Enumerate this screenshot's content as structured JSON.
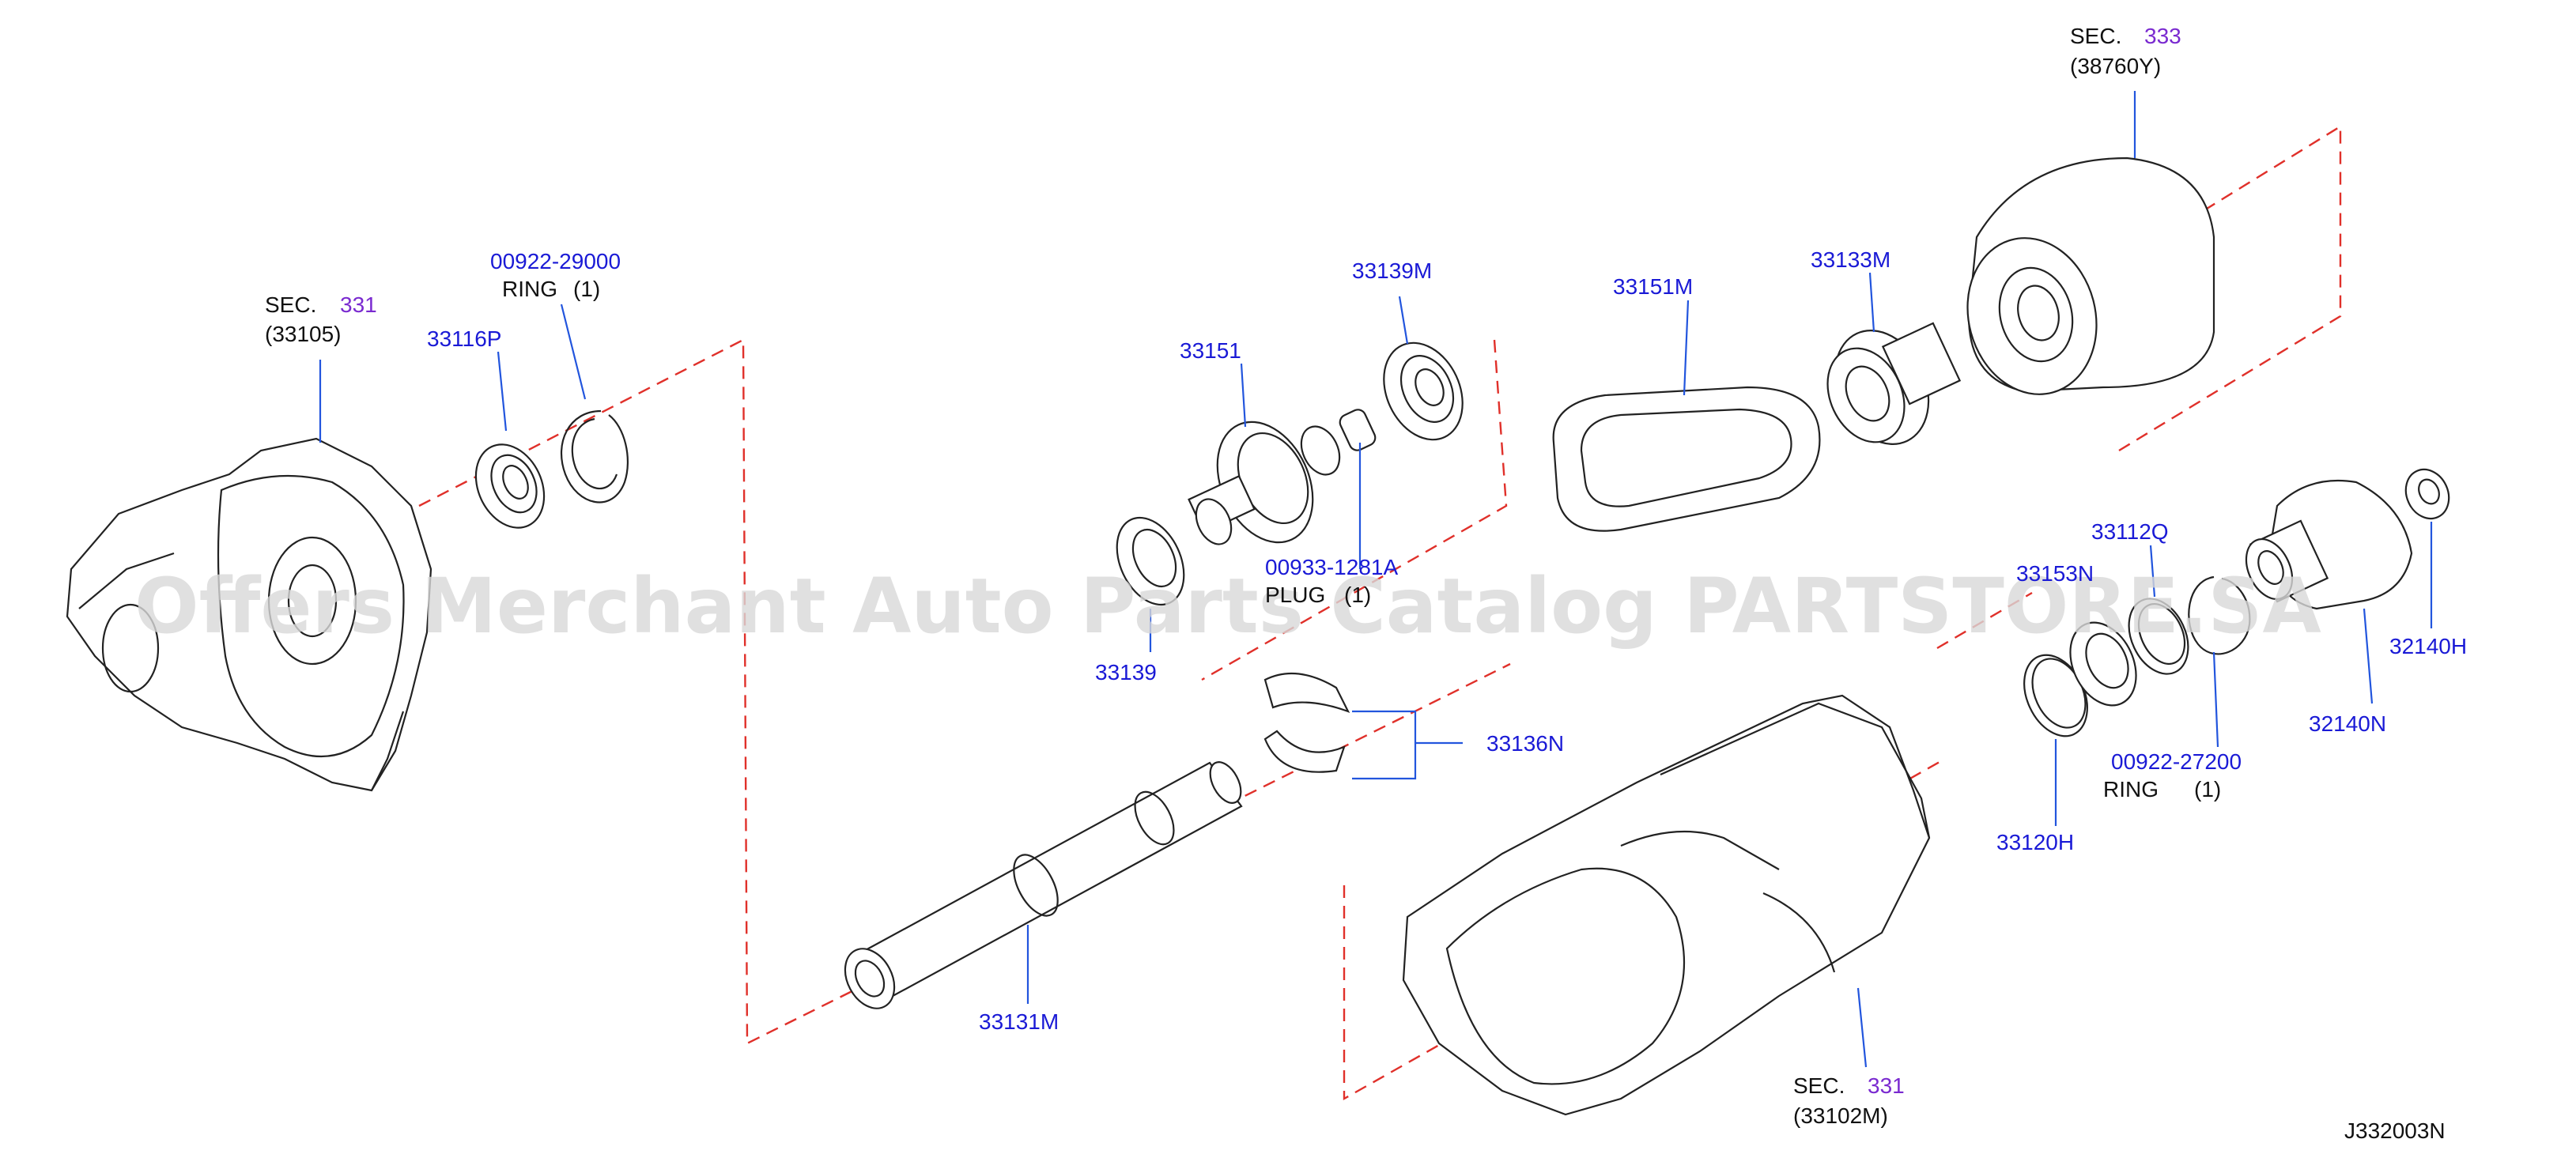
{
  "watermark": "Offers Merchant Auto Parts Catalog PARTSTORE.SA",
  "diagram_code": "J332003N",
  "sections": {
    "front_case": {
      "prefix": "SEC.",
      "number": "331",
      "code": "(33105)"
    },
    "rear_case": {
      "prefix": "SEC.",
      "number": "331",
      "code": "(33102M)"
    },
    "drum": {
      "prefix": "SEC.",
      "number": "333",
      "code": "(38760Y)"
    }
  },
  "parts": {
    "p00922_29000": {
      "number": "00922-29000",
      "name": "RING",
      "qty": "(1)"
    },
    "p33116P": {
      "number": "33116P"
    },
    "p33139M": {
      "number": "33139M"
    },
    "p33151": {
      "number": "33151"
    },
    "p33151M": {
      "number": "33151M"
    },
    "p33133M": {
      "number": "33133M"
    },
    "p00933_1281A": {
      "number": "00933-1281A",
      "name": "PLUG",
      "qty": "(1)"
    },
    "p33139": {
      "number": "33139"
    },
    "p33136N": {
      "number": "33136N"
    },
    "p33131M": {
      "number": "33131M"
    },
    "p33112Q": {
      "number": "33112Q"
    },
    "p00922_27200": {
      "number": "00922-27200",
      "name": "RING",
      "qty": "(1)"
    },
    "p33120H": {
      "number": "33120H"
    },
    "p32140H": {
      "number": "32140H"
    },
    "p32140N": {
      "number": "32140N"
    },
    "p33153N": {
      "number": "33153N"
    }
  },
  "colors": {
    "part_number": "#1a1ad6",
    "section_number": "#7a2ad0",
    "leader": "#2255dd",
    "guide_line": "#e0302a"
  }
}
